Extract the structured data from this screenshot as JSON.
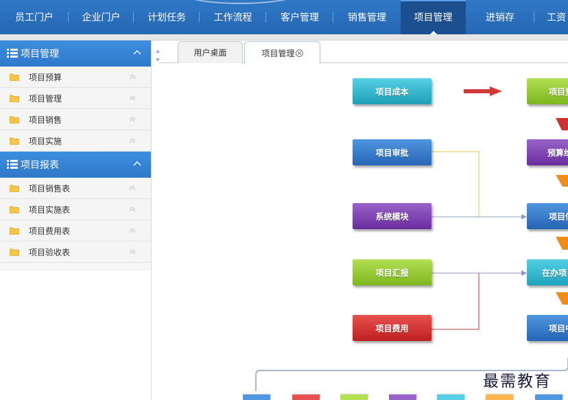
{
  "topnav": {
    "items": [
      {
        "label": "员工门户"
      },
      {
        "label": "企业门户"
      },
      {
        "label": "计划任务"
      },
      {
        "label": "工作流程"
      },
      {
        "label": "客户管理"
      },
      {
        "label": "销售管理"
      },
      {
        "label": "项目管理",
        "active": true
      },
      {
        "label": "进销存"
      },
      {
        "label": "工资"
      }
    ]
  },
  "sidebar": {
    "groups": [
      {
        "title": "项目管理",
        "items": [
          "项目预算",
          "项目管理",
          "项目销售",
          "项目实施"
        ]
      },
      {
        "title": "项目报表",
        "items": [
          "项目销售表",
          "项目实施表",
          "项目费用表",
          "项目验收表"
        ]
      }
    ]
  },
  "tabs": [
    {
      "label": "用户桌面",
      "active": false
    },
    {
      "label": "项目管理",
      "active": true
    }
  ],
  "flow": {
    "left_nodes": [
      "项目成本",
      "项目审批",
      "系统模块",
      "项目汇报",
      "项目费用"
    ],
    "right_nodes": [
      "项目预",
      "预算维",
      "项目信",
      "在办项",
      "项目中"
    ]
  },
  "watermark": "最需教育",
  "colors": {
    "nav_bg": "#2f78c6",
    "nav_active": "#1b4f8f",
    "sidebar_header": "#3d8ee0",
    "node_teal": "#1d9eb7",
    "node_green": "#7db51e",
    "node_blue": "#2565b4",
    "node_purple": "#6a2d9e",
    "node_red": "#bd1f1f",
    "arrow_orange": "#f08a12"
  }
}
